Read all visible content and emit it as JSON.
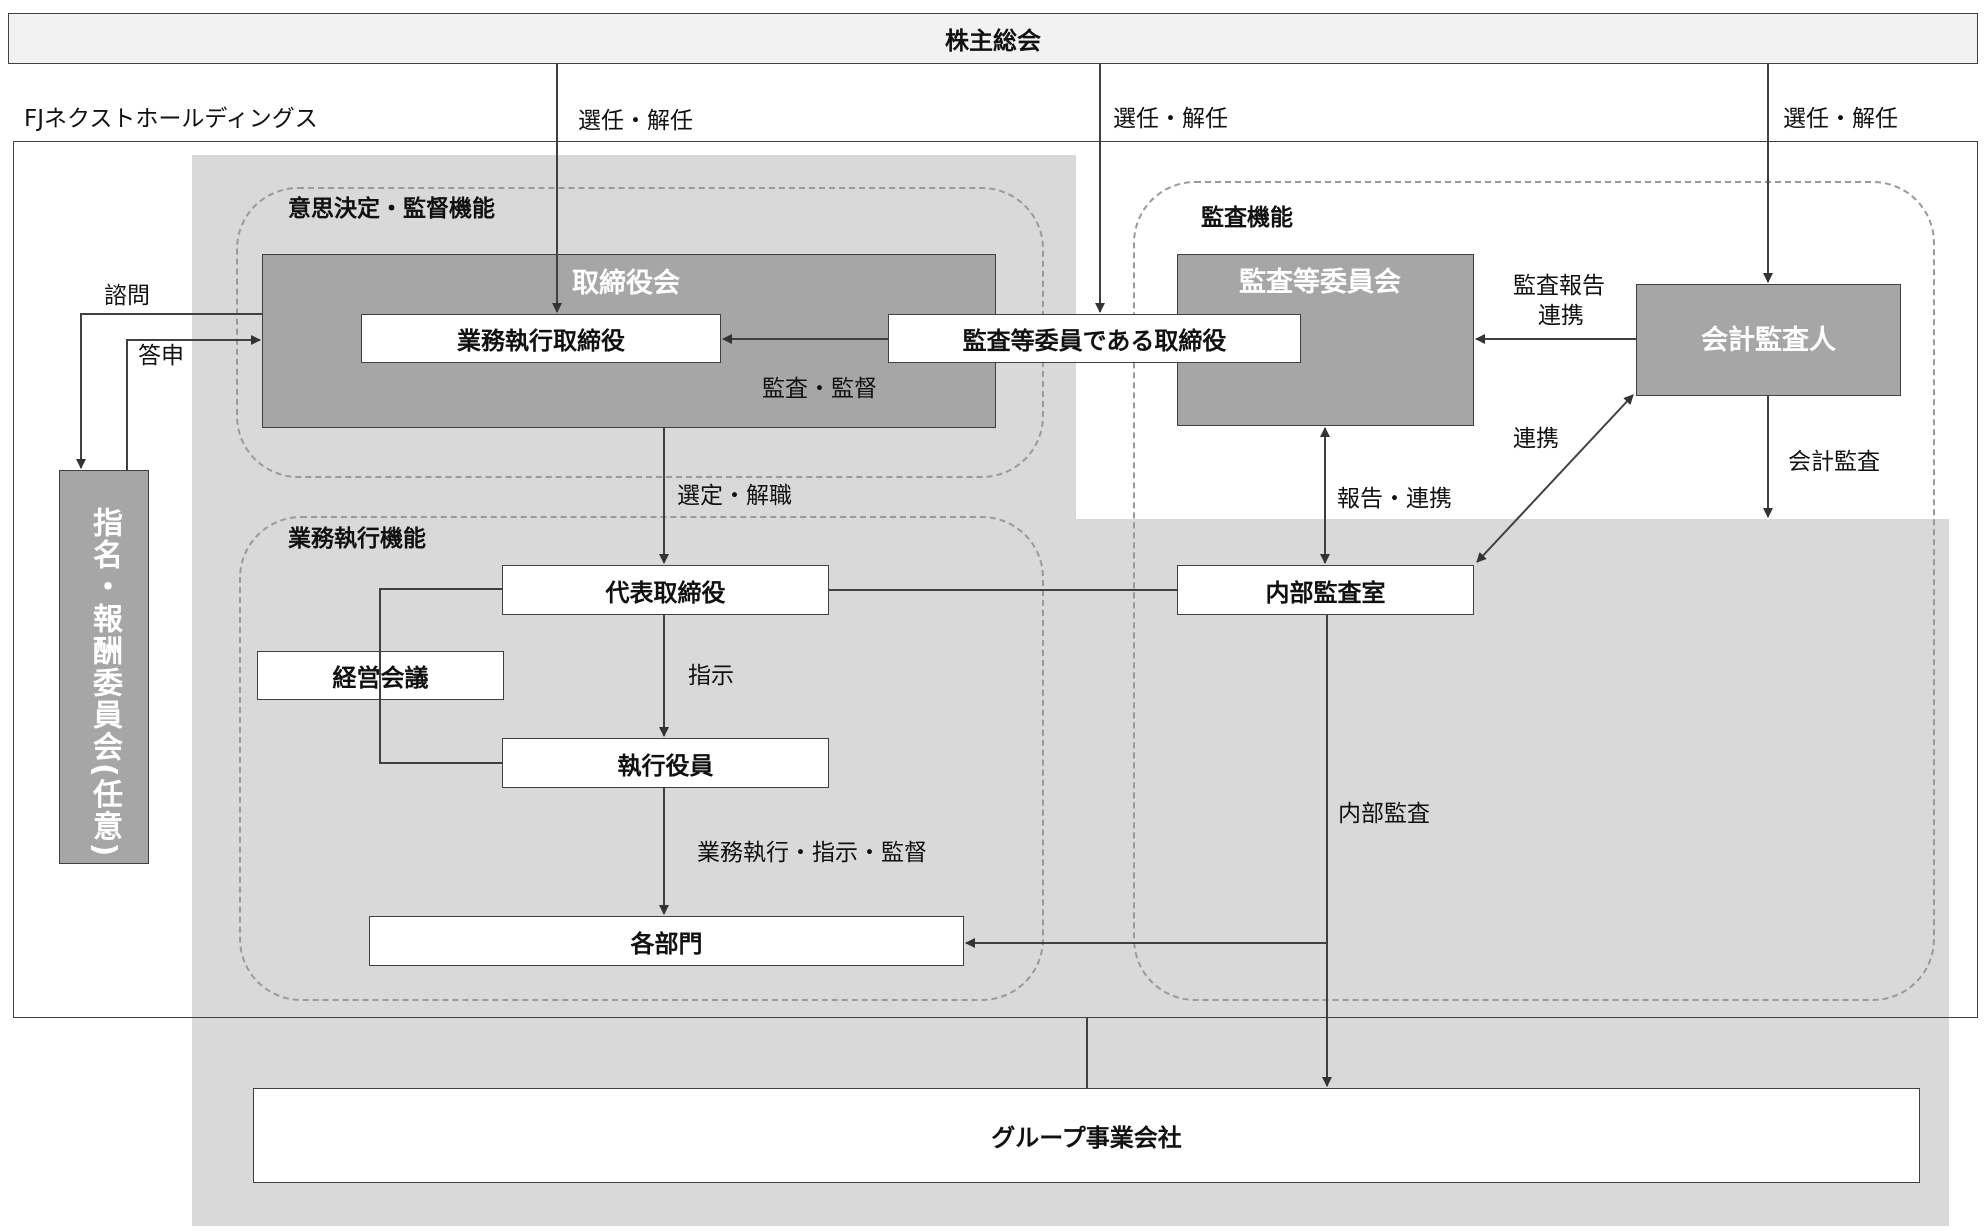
{
  "shareholders": "株主総会",
  "company": "FJネクストホールディングス",
  "sections": {
    "decision": "意思決定・監督機能",
    "execution": "業務執行機能",
    "audit": "監査機能"
  },
  "boxes": {
    "board": "取締役会",
    "exec_directors": "業務執行取締役",
    "audit_directors": "監査等委員である取締役",
    "audit_committee": "監査等委員会",
    "accounting_auditor": "会計監査人",
    "nomination_committee": "指名・報酬委員会(任意)",
    "ceo": "代表取締役",
    "management_meeting": "経営会議",
    "executive_officers": "執行役員",
    "departments": "各部門",
    "internal_audit_office": "内部監査室",
    "group_companies": "グループ事業会社"
  },
  "edge_labels": {
    "elect_1": "選任・解任",
    "elect_2": "選任・解任",
    "elect_3": "選任・解任",
    "consult": "諮問",
    "report": "答申",
    "audit_supervise": "監査・監督",
    "appoint_dismiss": "選定・解職",
    "instruct": "指示",
    "exec_instruct_supervise": "業務執行・指示・監督",
    "audit_report": "監査報告",
    "cooperation_1": "連携",
    "cooperation_2": "連携",
    "accounting_audit": "会計監査",
    "report_cooperate": "報告・連携",
    "internal_audit": "内部監査"
  }
}
